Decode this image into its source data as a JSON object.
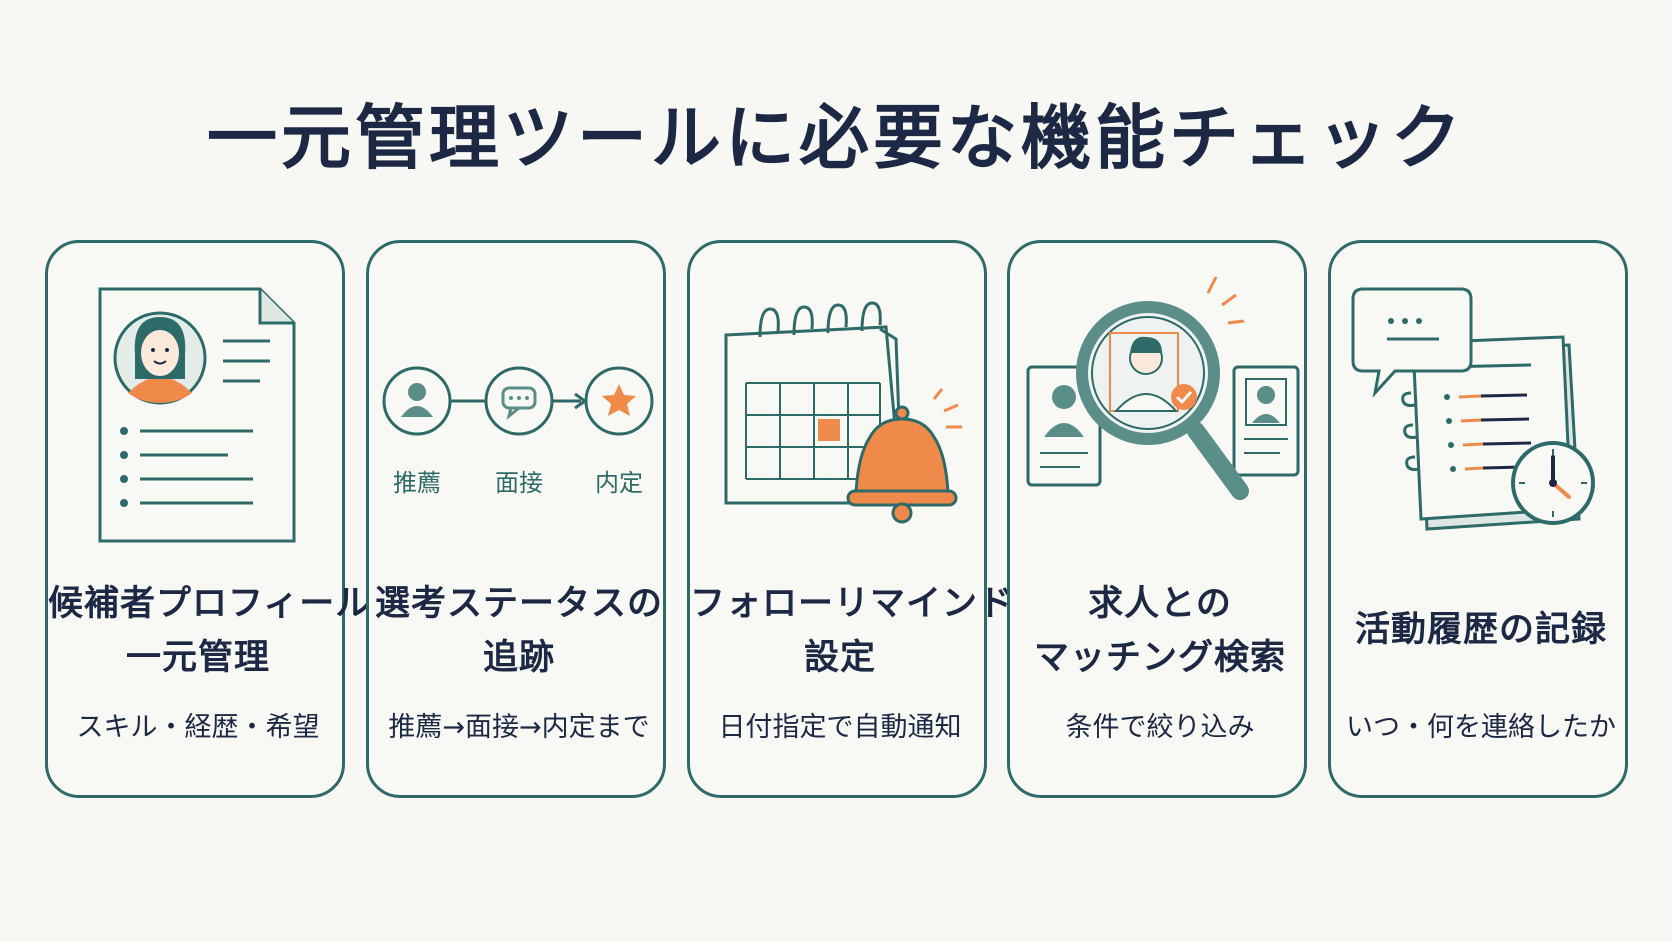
{
  "title": "一元管理ツールに必要な機能チェック",
  "cards": [
    {
      "title_line1": "候補者プロフィール",
      "title_line2": "一元管理",
      "subtitle": "スキル・経歴・希望",
      "icon": "candidate-profile-document-icon"
    },
    {
      "title_line1": "選考ステータスの",
      "title_line2": "追跡",
      "subtitle": "推薦→面接→内定まで",
      "icon": "status-flow-icon",
      "stages": [
        "推薦",
        "面接",
        "内定"
      ]
    },
    {
      "title_line1": "フォローリマインド",
      "title_line2": "設定",
      "subtitle": "日付指定で自動通知",
      "icon": "calendar-bell-icon"
    },
    {
      "title_line1": "求人との",
      "title_line2": "マッチング検索",
      "subtitle": "条件で絞り込み",
      "icon": "magnifier-search-icon"
    },
    {
      "title_line1": "活動履歴の記録",
      "subtitle": "いつ・何を連絡したか",
      "icon": "history-notebook-clock-icon"
    }
  ],
  "colors": {
    "accent_teal": "#2e6b68",
    "accent_orange": "#f08a4b",
    "text_navy": "#1d2944",
    "background": "#f7f7f3"
  }
}
